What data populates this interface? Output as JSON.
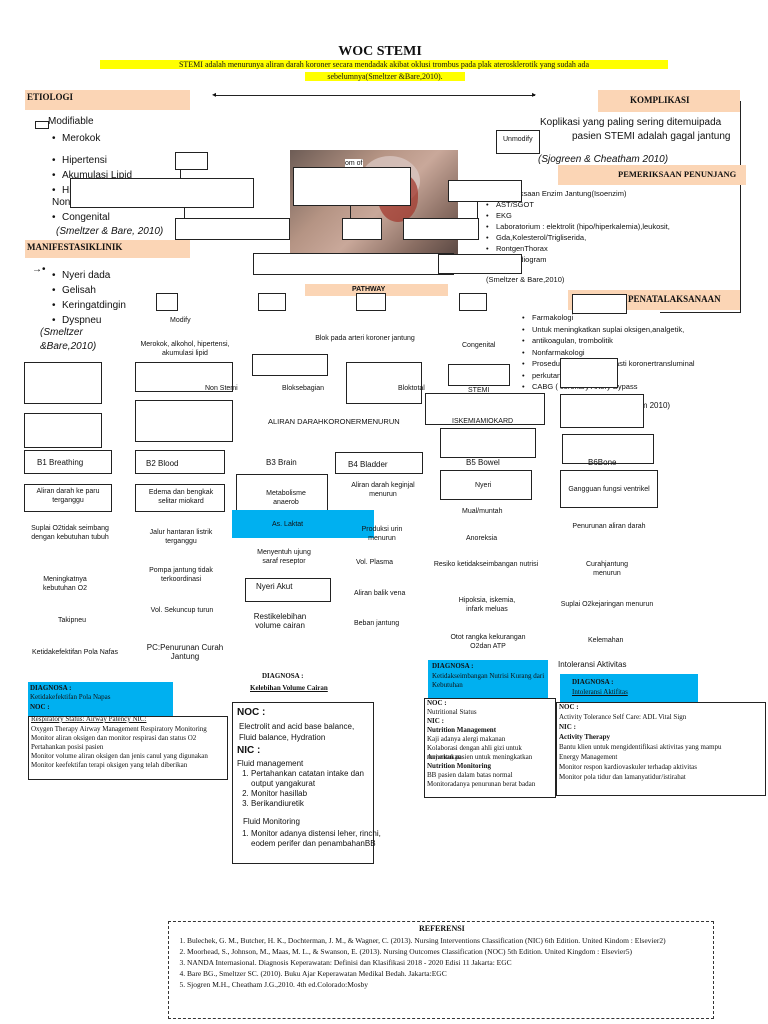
{
  "title": "WOC STEMI",
  "definition_line1": "STEMI adalah menurunya aliran darah koroner secara mendadak akibat oklusi trombus pada plak aterosklerotik yang sudah ada",
  "definition_line2": "sebelumnya(Smeltzer &Bare,2010).",
  "etiologi": {
    "header": "ETIOLOGI",
    "modifiable": "Modifiable",
    "items": [
      "Merokok",
      "Hipertensi",
      "Akumulasi Lipid",
      "Hiperglikemia"
    ],
    "nonmod": "Nonmodifiable",
    "nonmod_items": [
      "Congenital"
    ],
    "source": "(Smeltzer & Bare, 2010)"
  },
  "unmodify": "Unmodify",
  "komplikasi": {
    "header": "KOMPLIKASI",
    "text1": "Koplikasi yang paling sering ditemuipada",
    "text2": "pasien STEMI adalah gagal jantung",
    "source": "(Sjogreen & Cheatham 2010)"
  },
  "pemeriksaan": {
    "header": "PEMERIKSAAN PENUNJANG",
    "items": [
      "Pemeriksaan Enzim Jantung(Isoenzim)",
      "AST/SGOT",
      "EKG",
      "Laboratorium : elektrolit (hipo/hiperkalemia),leukosit,",
      "Gdа,Kolesterol/Trigliserida,",
      "RontgenThorax",
      "Ekokardiogram"
    ],
    "source": "(Smeltzer & Bare,2010)"
  },
  "manifestasi": {
    "header": "MANIFESTASIKLINIK",
    "items": [
      "Nyeri dada",
      "Gelisah",
      "Keringatdingin",
      "Dyspneu"
    ],
    "source1": "(Smeltzer",
    "source2": "&Bare,2010)"
  },
  "pathway_label": "PATHWAY",
  "penatalaksanaan": {
    "header": "PENATALAKSANAAN",
    "items": [
      "Farmakologi",
      "Untuk meningkatkan suplai oksigen,analgetik,",
      "antikoagulan, trombolitik",
      "Nonfarmakologi",
      "Prosedur PTCA ( angioplasti koronertransluminal",
      "perkutan)",
      "CABG ( coronary Artery Bypass"
    ],
    "source": "(Sjogreen & Cheatham 2010)"
  },
  "flow": {
    "modify": "Modify",
    "risk_factors": "Merokok, alkohol, hipertensi, akumulasi lipid",
    "blok": "Blok pada arteri koroner jantung",
    "congenital": "Congenital",
    "non_stemi": "Non Stemi",
    "blok_sebagian": "Bloksebagian",
    "blok_total": "Bloktotal",
    "stemi": "STEMI",
    "aliran": "ALIRAN DARAHKORONERMENURUN",
    "iskemia": "ISKEMIAMIOKARD",
    "image_caption": "om of"
  },
  "columns": {
    "b1": {
      "header": "B1 Breathing",
      "items": [
        "Aliran darah ke paru terganggu",
        "Suplai O2tidak seimbang dengan kebutuhan tubuh",
        "Meningkatnya kebutuhan O2",
        "Takipneu",
        "Ketidakefektifan Pola Nafas"
      ]
    },
    "b2": {
      "header": "B2 Blood",
      "items": [
        "Edema dan bengkak selitar miokard",
        "Jalur hantaran listrik terganggu",
        "Pompa jantung tidak terkoordinasi",
        "Vol. Sekuncup turun",
        "PC:Penurunan Curah Jantung"
      ]
    },
    "b3": {
      "header": "B3 Brain",
      "items": [
        "Metabolisme anaerob",
        "As. Laktat",
        "Menyentuh ujung saraf reseptor",
        "Nyeri Akut",
        "Restikelebihan volume cairan"
      ]
    },
    "b4": {
      "header": "B4 Bladder",
      "items": [
        "Aliran darah keginjal menurun",
        "Produksi urin menurun",
        "Vol. Plasma",
        "Aliran balik vena",
        "Beban jantung"
      ]
    },
    "b5": {
      "header": "B5 Bowel",
      "items": [
        "Nyeri",
        "Mual/muntah",
        "Anoreksia",
        "Resiko ketidakseimbangan nutrisi",
        "Hipoksia, iskemia, infark meluas",
        "Otot rangka kekurangan O2dan ATP"
      ]
    },
    "b6": {
      "header": "B6Bone",
      "items": [
        "Gangguan fungsi ventrikel",
        "Penurunan aliran darah",
        "Curahjantung menurun",
        "Suplai O2kejaringan menurun",
        "Kelemahan",
        "Intoleransi Aktivitas"
      ]
    }
  },
  "dx1": {
    "label": "DIAGNOSA :",
    "name": "Ketidakefektifan Pola Napas",
    "noc": "NOC :",
    "noc_text": "Respiratory Status: Airway Patency NIC:",
    "lines": [
      "Oxygen Therapy Airway Management Respiratory Monitoring",
      "Monitor aliran oksigen dan monitor respirasi dan status O2",
      "Pertahankan posisi pasien",
      "Monitor volume aliran oksigen dan jenis canul yang digunakan",
      "Monitor keefektifan terapi oksigen yang telah diberikan"
    ]
  },
  "dx2": {
    "label": "DIAGNOSA :",
    "name": "Kelebihan Volume Cairan",
    "noc": "NOC :",
    "noc_text": "Electrolit and acid base balance, Fluid balance, Hydration",
    "nic": "NIC :",
    "fm": "Fluid management",
    "fm_items": [
      "Pertahankan catatan intake dan output yangakurat",
      "Monitor hasillab",
      "Berikandiuretik"
    ],
    "fmon": "Fluid Monitoring",
    "fmon_items": [
      "Monitor adanya distensi leher, rinchi, eodem perifer dan penambahanBB"
    ]
  },
  "dx3": {
    "label": "DIAGNOSA :",
    "name": "Ketidakseimbangan Nutrisi Kurang dari Kebutuhan",
    "noc": "NOC :",
    "lines": [
      "Nutritional Status",
      "NIC :",
      "Nutrition Management",
      "Kaji adanya alergi makanan",
      "Kolaborasi dengan ahli gizi untuk menentukan",
      "Anjurkan pasien untuk meningkatkan",
      "Nutrition Monitoring",
      "BB pasien dalam batas normal",
      "Monitoradanya penurunan berat badan"
    ]
  },
  "dx4": {
    "label": "DIAGNOSA :",
    "name": "Intoleransi Aktifitas",
    "noc": "NOC :",
    "lines": [
      "Activity Tolerance Self Care: ADL Vital Sign",
      "NIC :",
      "Activity Therapy",
      "Bantu klien untuk mengidentifikasi aktivitas yang mampu",
      "Energy Management",
      "Monitor respon kardiovaskuler terhadap aktivitas",
      "Monitor pola tidur dan lamanyatidur/istirahat"
    ]
  },
  "referensi": {
    "header": "REFERENSI",
    "items": [
      "Bulechek, G. M., Butcher, H. K., Dochterman, J. M., & Wagner, C. (2013). Nursing Interventions Classification (NIC) 6th Edition. United Kindom : Elsevier2)",
      "Moorhead, S., Johnson, M., Maas, M. L., & Swanson, E. (2013). Nursing Outcomes Classification (NOC) 5th Edition. United Kingdom : Elsevier5)",
      "NANDA Internasional. Diagnosis Keperawatan: Definisi dan Klasifikasi 2018 - 2020 Edisi 11 Jakarta: EGC",
      "Bare BG., Smeltzer SC. (2010). Buku Ajar Keperawatan Medikal Bedah. Jakarta:EGC",
      "Sjogren M.H., Cheatham J.G.,2010. 4th ed.Colorado:Mosby"
    ]
  },
  "colors": {
    "orange": "#fbd5b5",
    "yellow": "#ffff00",
    "blue": "#00b0f0"
  }
}
